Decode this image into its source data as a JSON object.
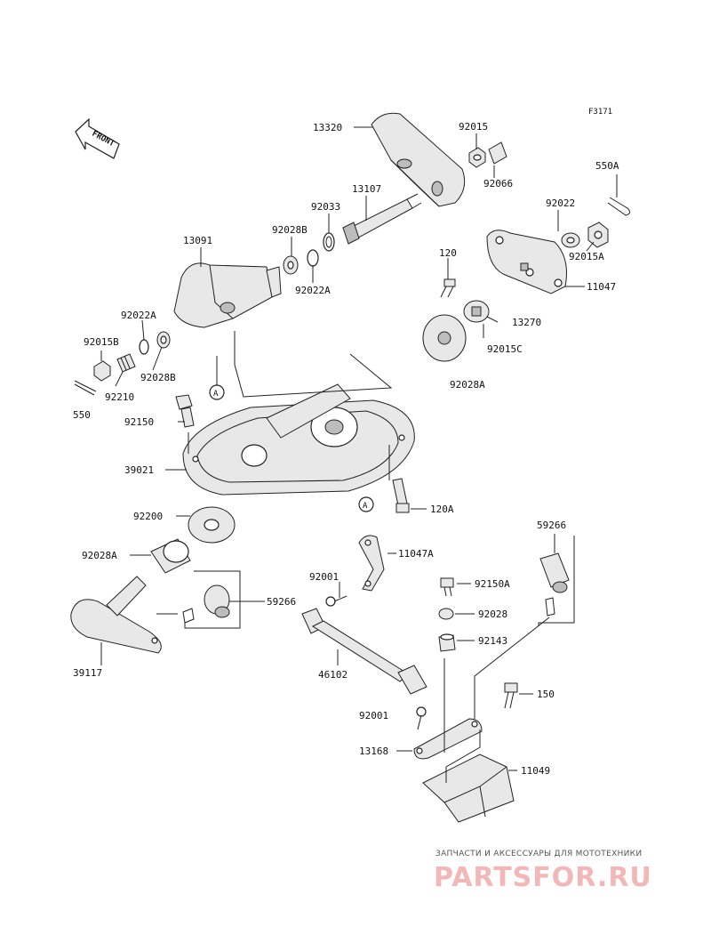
{
  "figure_code": "F3171",
  "front_label": "FRONT",
  "callout_a": "A",
  "labels": [
    "13320",
    "92015",
    "92066",
    "550A",
    "13107",
    "92033",
    "92022",
    "13091",
    "92028B",
    "92022A",
    "92015A",
    "11047",
    "120",
    "13270",
    "92022A",
    "92015B",
    "92028B",
    "92015C",
    "92210",
    "550",
    "92028A",
    "92150",
    "39021",
    "120A",
    "92200",
    "59266",
    "92028A",
    "11047A",
    "92001",
    "92150A",
    "59266",
    "92028",
    "39117",
    "92143",
    "46102",
    "150",
    "92001",
    "13168",
    "11049"
  ],
  "watermark": {
    "line1": "ЗАПЧАСТИ И АКСЕССУАРЫ ДЛЯ МОТОТЕХНИКИ",
    "line2": "PARTSFOR.RU",
    "color": "#f2b8b8"
  }
}
